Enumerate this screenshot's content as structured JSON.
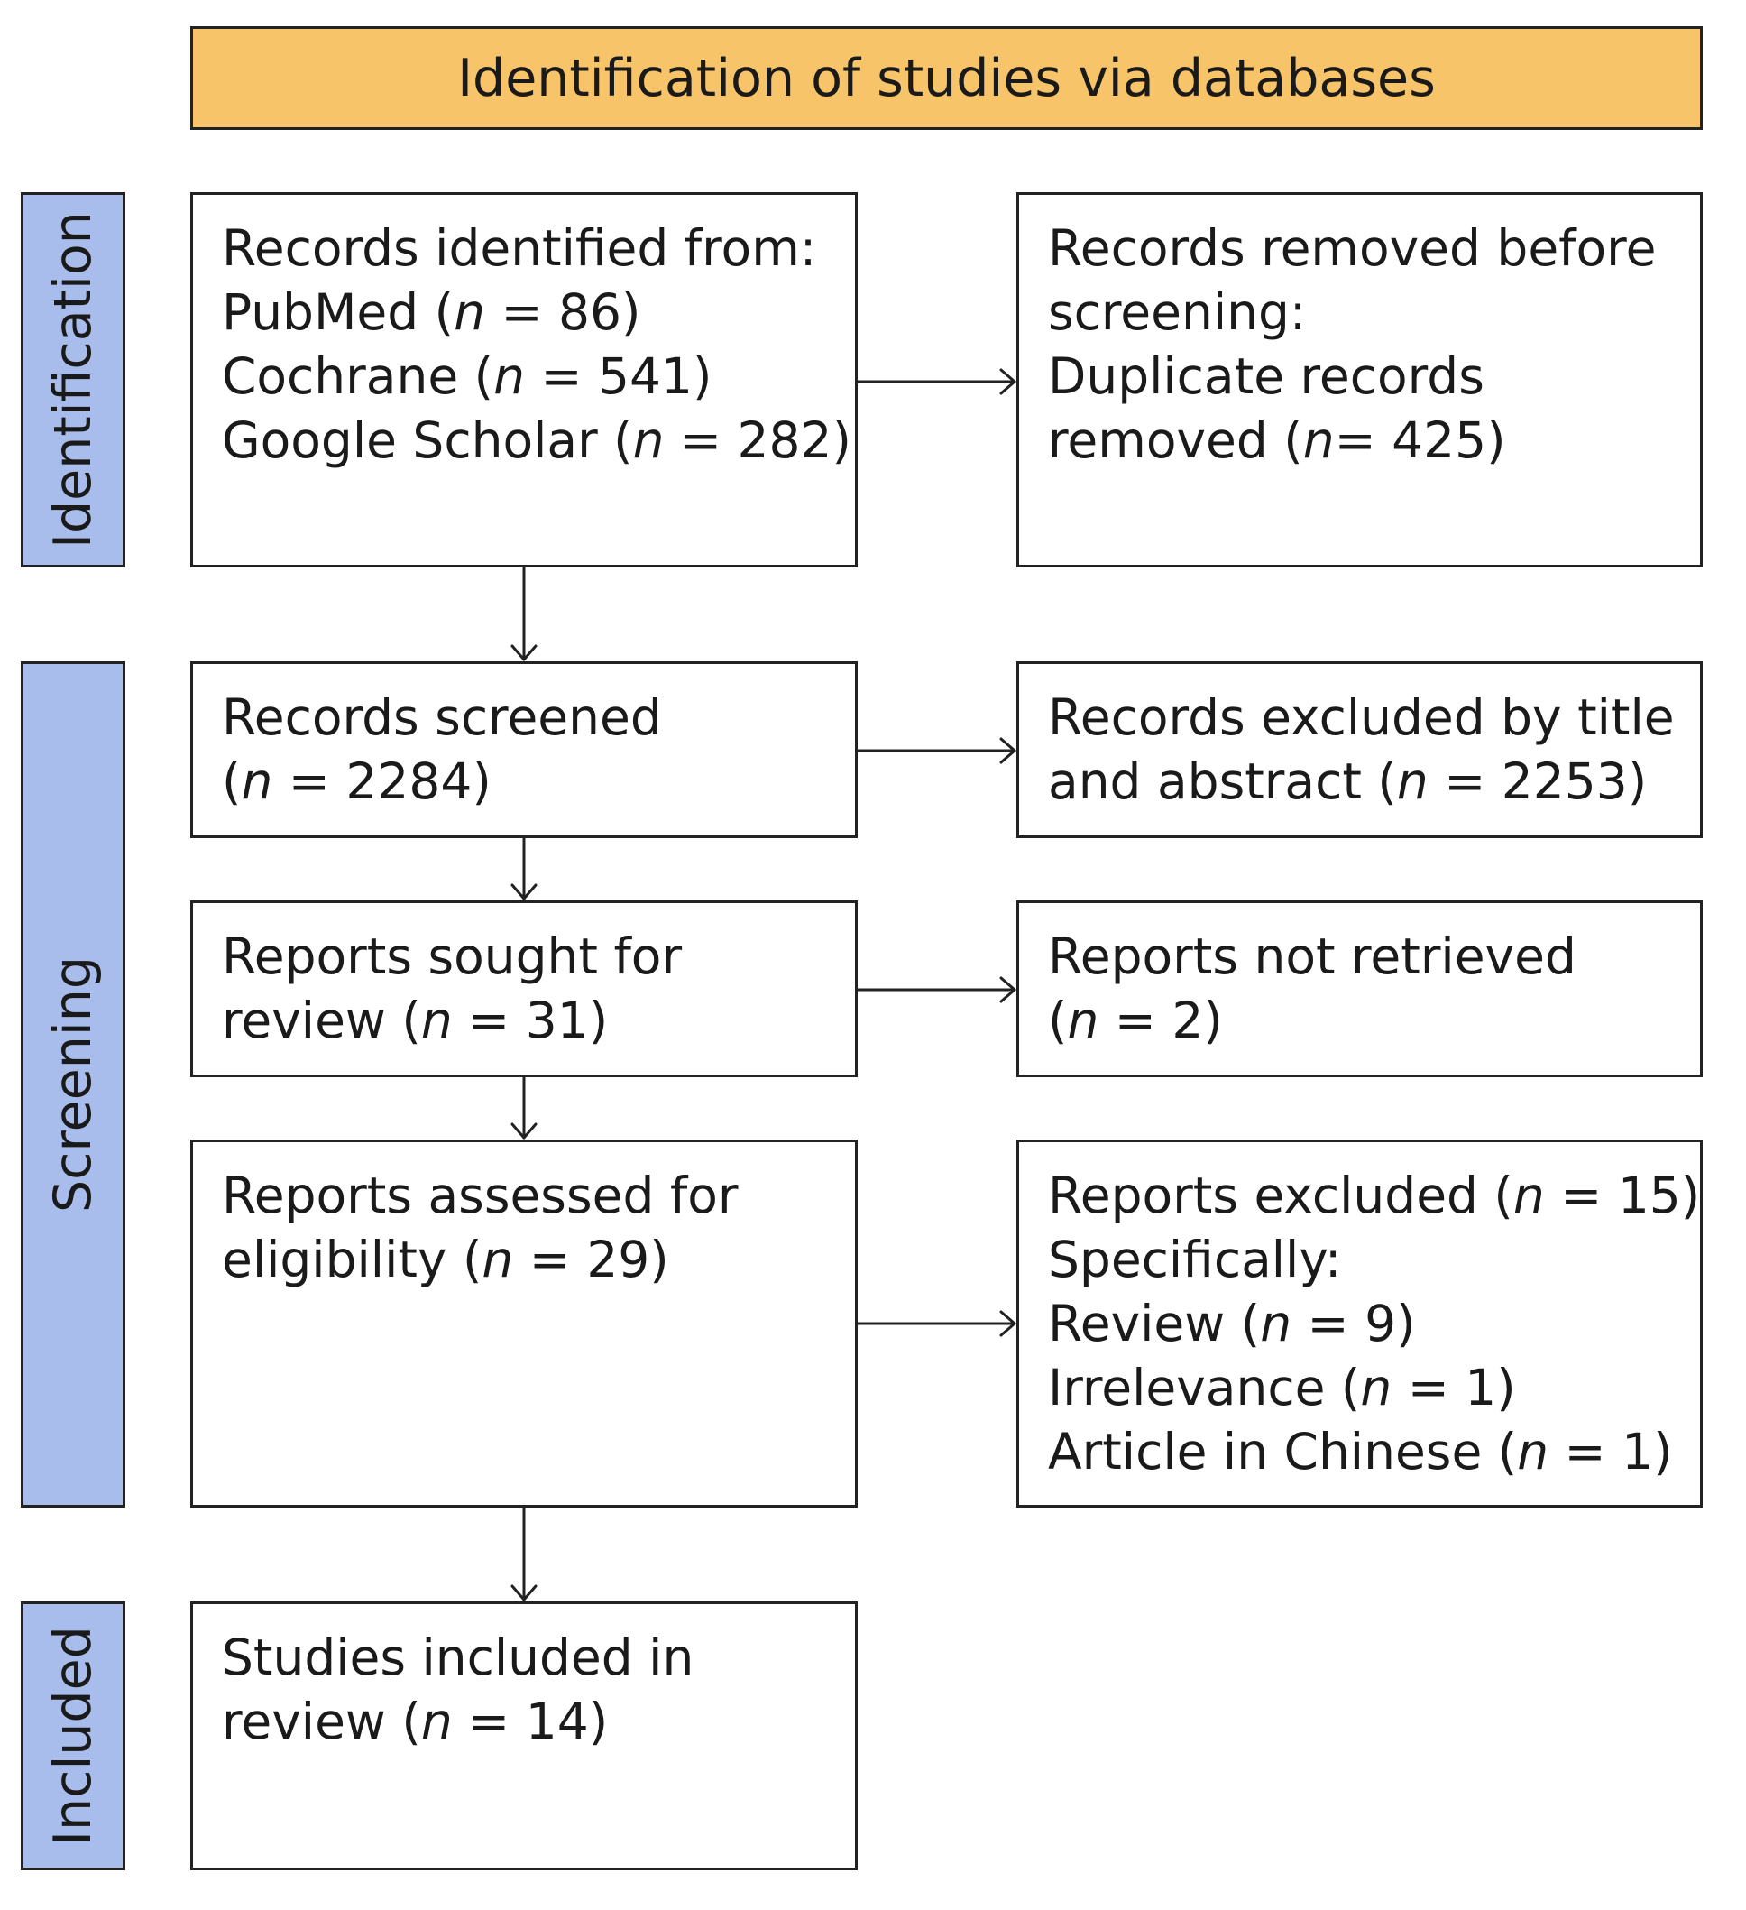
{
  "header": "Identification of studies via databases",
  "phases": {
    "identification": "Identification",
    "screening": "Screening",
    "included": "Included"
  },
  "boxes": {
    "records_identified": {
      "line1": "Records identified from:",
      "pubmed_pre": "PubMed (",
      "pubmed_n": "n",
      "pubmed_post": " = 86)",
      "cochrane_pre": "Cochrane (",
      "cochrane_n": "n",
      "cochrane_post": " = 541)",
      "google_pre": "Google Scholar (",
      "google_n": "n",
      "google_post": " = 282)"
    },
    "records_removed": {
      "line1": "Records removed before",
      "line2": "screening:",
      "line3": "Duplicate records",
      "line4_pre": "removed (",
      "line4_n": "n",
      "line4_post": "= 425)"
    },
    "records_screened": {
      "line1": "Records screened",
      "line2_pre": "(",
      "line2_n": "n",
      "line2_post": " = 2284)"
    },
    "records_excluded": {
      "line1": "Records excluded by title",
      "line2_pre": "and abstract (",
      "line2_n": "n",
      "line2_post": " = 2253)"
    },
    "reports_sought": {
      "line1": "Reports sought for",
      "line2_pre": "review (",
      "line2_n": "n",
      "line2_post": " = 31)"
    },
    "reports_not_retrieved": {
      "line1": "Reports not retrieved",
      "line2_pre": "(",
      "line2_n": "n",
      "line2_post": " = 2)"
    },
    "reports_assessed": {
      "line1": "Reports assessed for",
      "line2_pre": "eligibility (",
      "line2_n": "n",
      "line2_post": " = 29)"
    },
    "reports_excluded": {
      "line1_pre": "Reports excluded (",
      "line1_n": "n",
      "line1_post": " = 15)",
      "line2": "Specifically:",
      "review_pre": "Review (",
      "review_n": "n",
      "review_post": " = 9)",
      "irrelevance_pre": "Irrelevance (",
      "irrelevance_n": "n",
      "irrelevance_post": " = 1)",
      "chinese_pre": "Article in Chinese (",
      "chinese_n": "n",
      "chinese_post": " = 1)"
    },
    "studies_included": {
      "line1": "Studies included in",
      "line2_pre": "review (",
      "line2_n": "n",
      "line2_post": " = 14)"
    }
  },
  "colors": {
    "header_fill": "#f7c46a",
    "phase_fill": "#a9bdec",
    "border": "#222222"
  }
}
